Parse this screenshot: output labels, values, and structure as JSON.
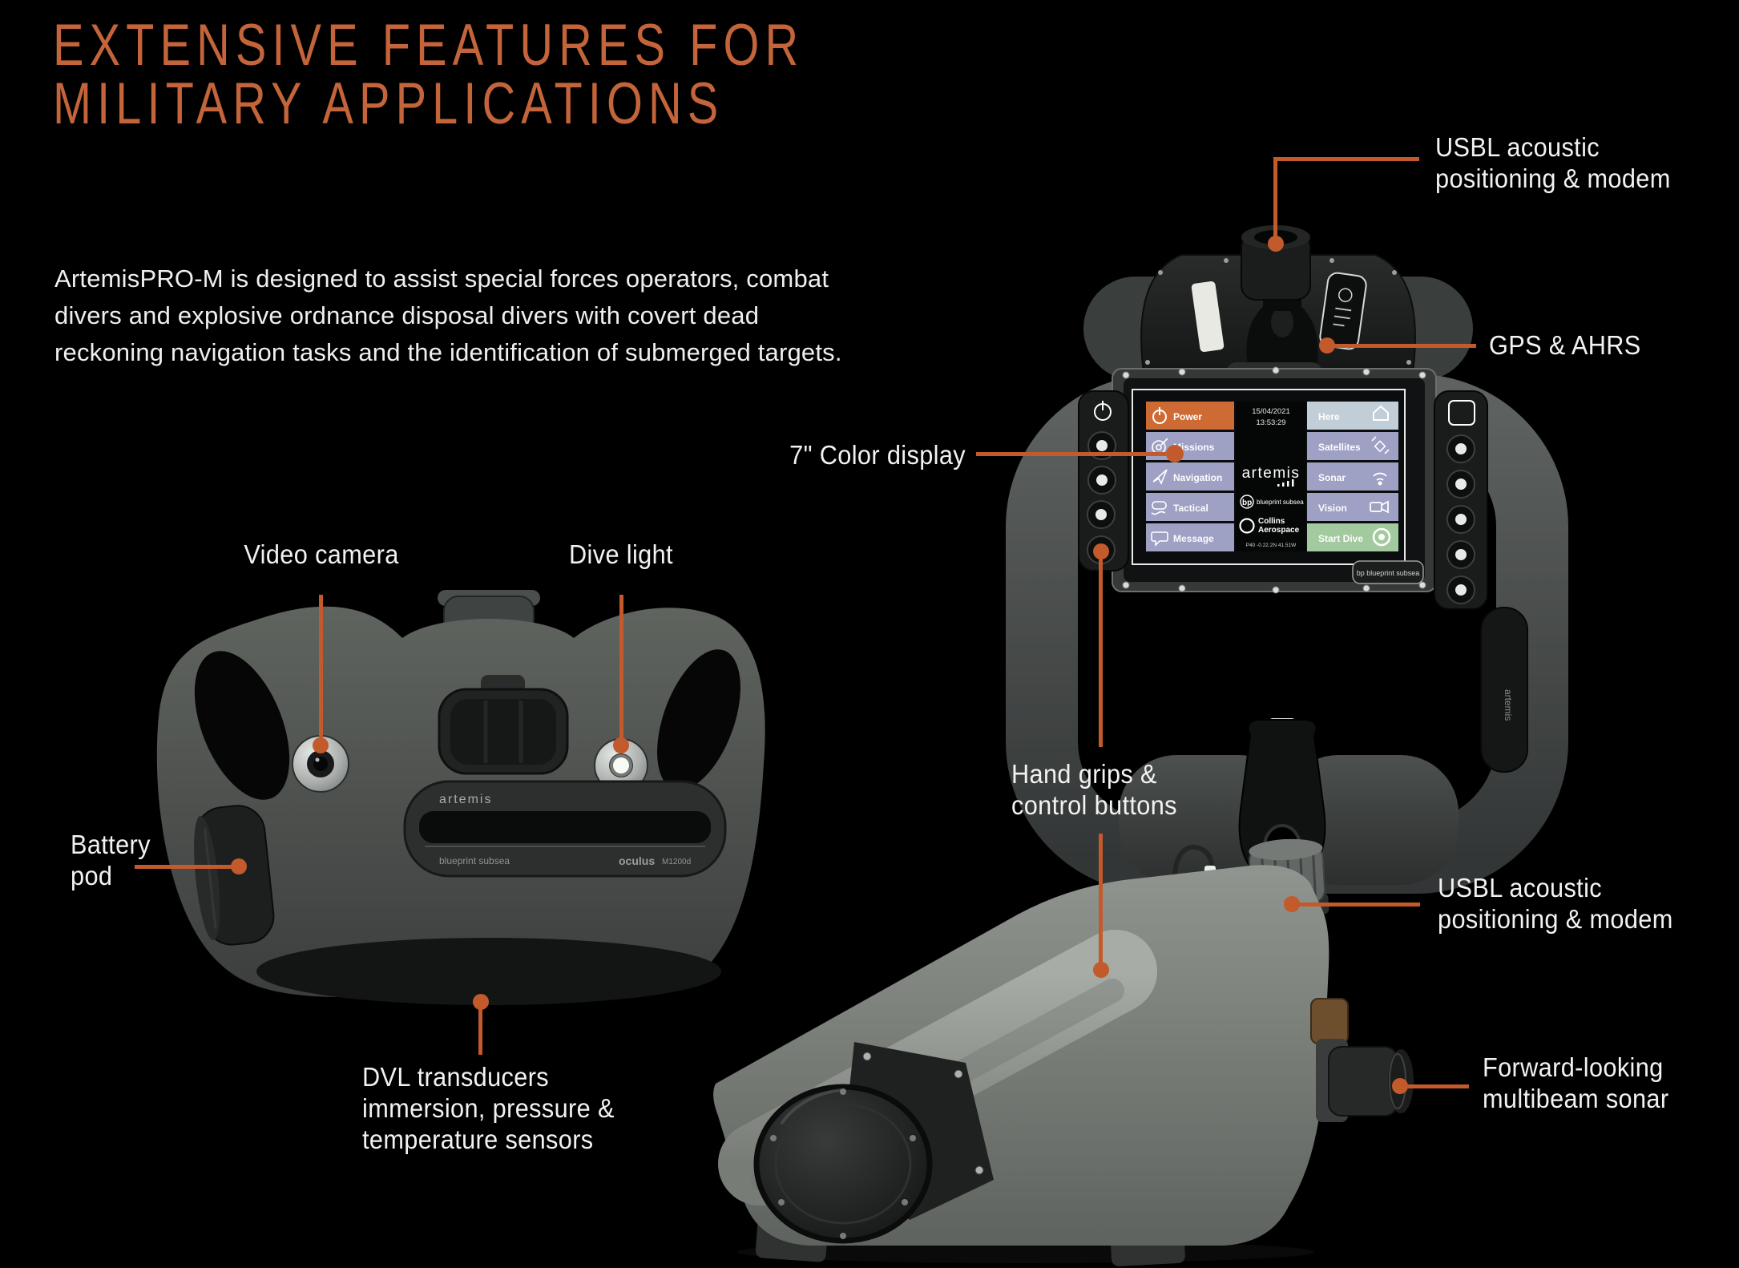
{
  "colors": {
    "accent": "#C25A2B",
    "title": "#C4643A",
    "label_text": "#F2F2F2",
    "background": "#000000"
  },
  "title": {
    "line1": "EXTENSIVE FEATURES FOR",
    "line2": "MILITARY APPLICATIONS"
  },
  "intro": {
    "line1": "ArtemisPRO-M is designed to assist special forces operators, combat",
    "line2": "divers and explosive ordnance disposal divers with covert dead",
    "line3": "reckoning navigation tasks and the identification of submerged targets."
  },
  "callouts": {
    "usbl_top": {
      "line1": "USBL acoustic",
      "line2": "positioning & modem"
    },
    "gps": {
      "label": "GPS & AHRS"
    },
    "display": {
      "label": "7\" Color display"
    },
    "video_camera": {
      "label": "Video camera"
    },
    "dive_light": {
      "label": "Dive light"
    },
    "battery": {
      "line1": "Battery",
      "line2": "pod"
    },
    "hand_grips": {
      "line1": "Hand grips &",
      "line2": "control buttons"
    },
    "usbl_bottom": {
      "line1": "USBL acoustic",
      "line2": "positioning & modem"
    },
    "fwd_sonar": {
      "line1": "Forward-looking",
      "line2": "multibeam sonar"
    },
    "dvl": {
      "line1": "DVL transducers",
      "line2": "immersion, pressure &",
      "line3": "temperature sensors"
    }
  },
  "screen": {
    "bezel_brand": "artemis",
    "bezel_sticker": "bp blueprint subsea",
    "side_label": "artemis",
    "datetime1": "15/04/2021",
    "datetime2": "13:53:29",
    "menu_left": [
      {
        "label": "Power",
        "color": "#CE6B35"
      },
      {
        "label": "Missions",
        "color": "#9EA0C4"
      },
      {
        "label": "Navigation",
        "color": "#9EA0C4"
      },
      {
        "label": "Tactical",
        "color": "#9EA0C4"
      },
      {
        "label": "Message",
        "color": "#9EA0C4"
      }
    ],
    "menu_right": [
      {
        "label": "Here",
        "color": "#C2CED7"
      },
      {
        "label": "Satellites",
        "color": "#9EA0C4"
      },
      {
        "label": "Sonar",
        "color": "#9EA0C4"
      },
      {
        "label": "Vision",
        "color": "#9EA0C4"
      },
      {
        "label": "Start Dive",
        "color": "#A3C99E"
      }
    ],
    "center_brand": "artemis",
    "bp_mark": "bp",
    "bp_name": "blueprint subsea",
    "collins1": "Collins",
    "collins2": "Aerospace",
    "footer": "P40 -0.22.2N 41.51W"
  },
  "camera_unit": {
    "brand": "artemis",
    "maker": "blueprint subsea",
    "model": "oculus",
    "model_code": "M1200d"
  }
}
